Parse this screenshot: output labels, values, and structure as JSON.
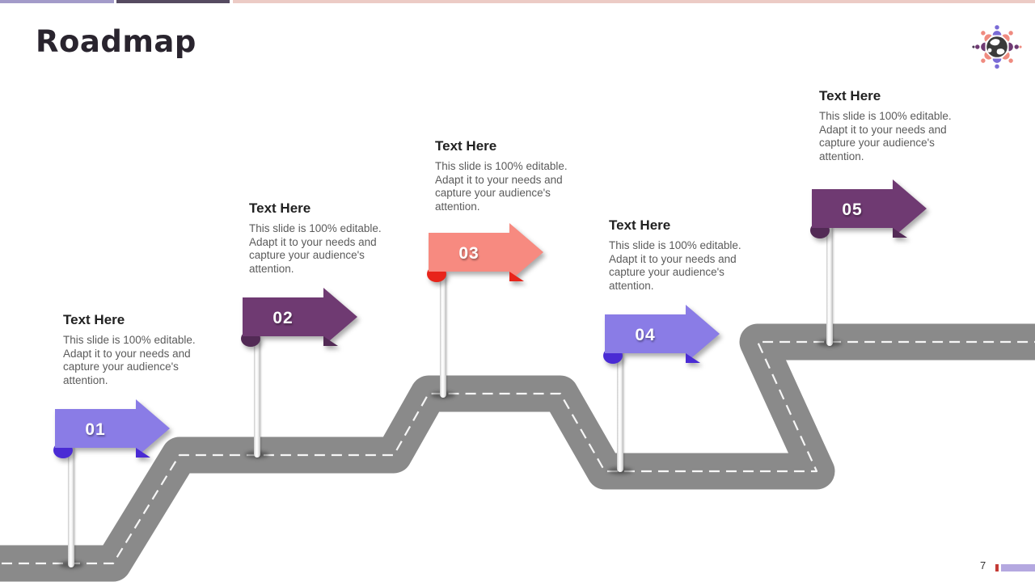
{
  "header": {
    "title": "Roadmap",
    "accent_bars": [
      "#a39bc9",
      "#564b61",
      "#eccbc5"
    ]
  },
  "logo": {
    "icon": "globe-people-icon",
    "globe_color": "#3a3a3a",
    "person_purple": "#7a6bd6",
    "person_salmon": "#ef8b80",
    "person_dark_purple": "#6f3a73"
  },
  "road": {
    "color": "#8a8a8a",
    "dash_color": "#ffffff"
  },
  "milestones": [
    {
      "number": "01",
      "title": "Text Here",
      "description": "This slide is 100% editable. Adapt it to your needs and capture your audience's attention.",
      "color": "#8a7ce6",
      "fold_color": "#4a2bd4"
    },
    {
      "number": "02",
      "title": "Text Here",
      "description": "This slide is 100% editable. Adapt it to your needs and capture your audience's attention.",
      "color": "#6f3a72",
      "fold_color": "#522a55"
    },
    {
      "number": "03",
      "title": "Text Here",
      "description": "This slide is 100% editable. Adapt it to your needs and capture your audience's attention.",
      "color": "#f78a80",
      "fold_color": "#e8241a"
    },
    {
      "number": "04",
      "title": "Text Here",
      "description": "This slide is 100% editable. Adapt it to your needs and capture your audience's attention.",
      "color": "#8a7ce6",
      "fold_color": "#4a2bd4"
    },
    {
      "number": "05",
      "title": "Text Here",
      "description": "This slide is 100% editable. Adapt it to your needs and capture your audience's attention.",
      "color": "#6f3a72",
      "fold_color": "#522a55"
    }
  ],
  "footer": {
    "page_number": "7",
    "tick_color": "#c43b36",
    "bar_color": "#b4a8e0"
  }
}
